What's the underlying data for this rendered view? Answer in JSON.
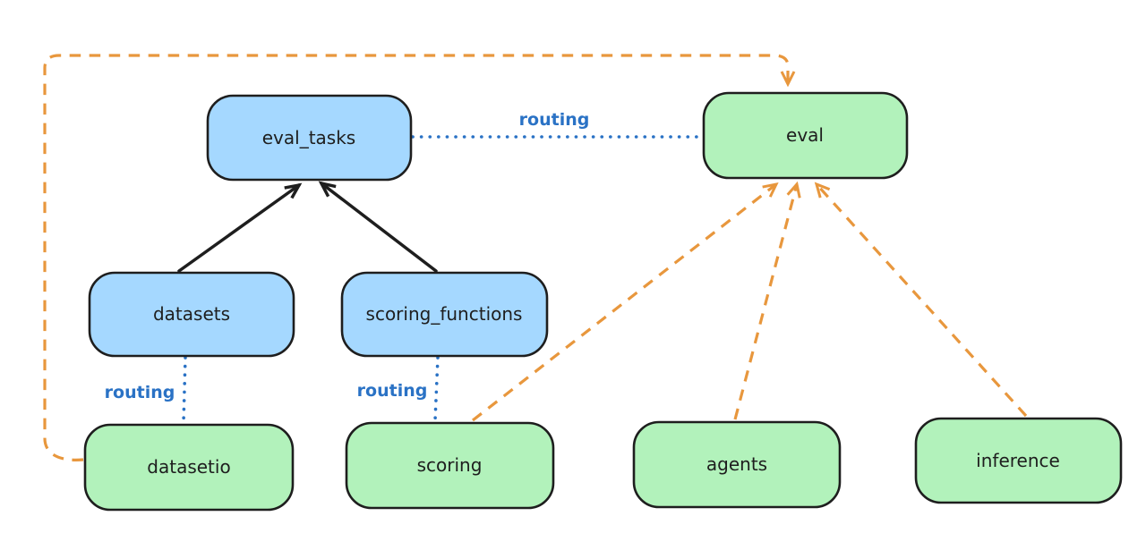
{
  "colors": {
    "node_blue_fill": "#a5d8ff",
    "node_green_fill": "#b2f2bb",
    "node_stroke": "#1e1e1e",
    "arrow_black": "#1e1e1e",
    "arrow_orange": "#e8973d",
    "routing_blue": "#2a72c5",
    "background": "#ffffff"
  },
  "nodes": {
    "eval_tasks": {
      "label": "eval_tasks"
    },
    "eval": {
      "label": "eval"
    },
    "datasets": {
      "label": "datasets"
    },
    "scoring_functions": {
      "label": "scoring_functions"
    },
    "datasetio": {
      "label": "datasetio"
    },
    "scoring": {
      "label": "scoring"
    },
    "agents": {
      "label": "agents"
    },
    "inference": {
      "label": "inference"
    }
  },
  "labels": {
    "routing": "routing"
  }
}
